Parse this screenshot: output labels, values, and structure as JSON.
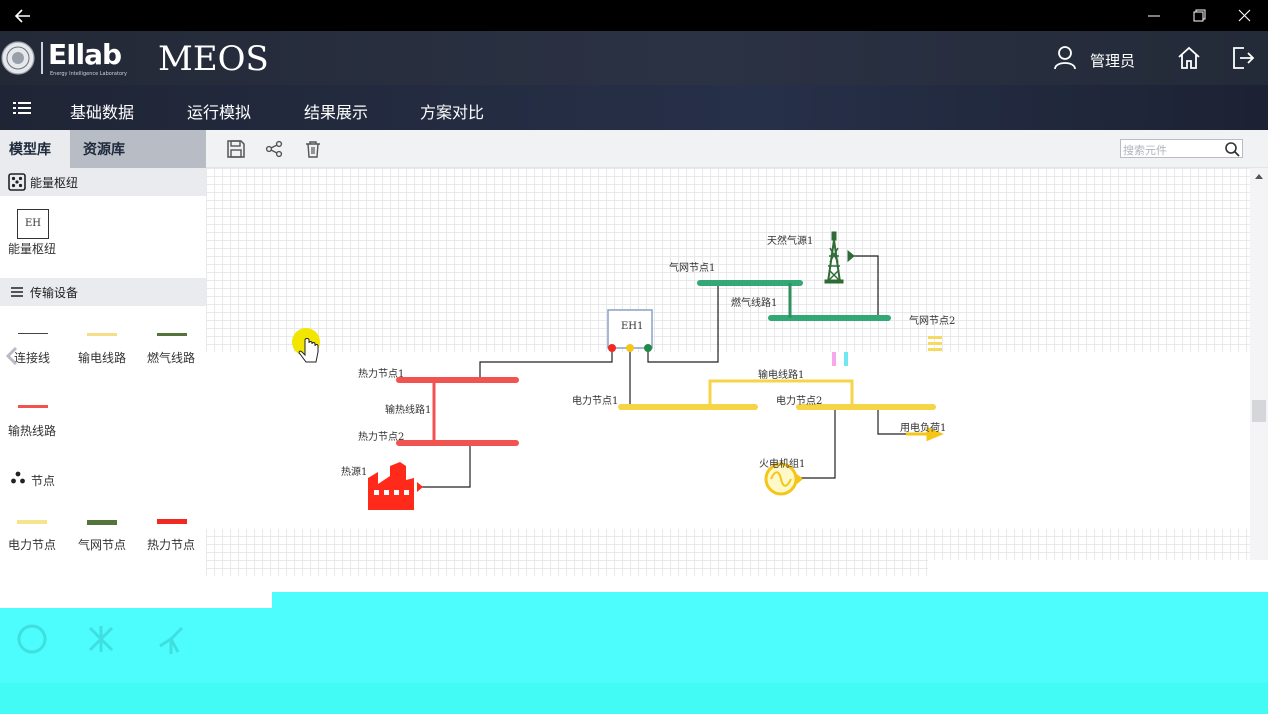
{
  "app": {
    "title": "MEOS",
    "logo_text": "EIlab",
    "logo_sub": "Energy Intelligence Laboratory"
  },
  "header": {
    "user_label": "管理员"
  },
  "menu": {
    "items": [
      "基础数据",
      "运行模拟",
      "结果展示",
      "方案对比"
    ]
  },
  "left_panel": {
    "tabs": [
      "模型库",
      "资源库"
    ],
    "sections": [
      {
        "title": "能量枢纽",
        "items": [
          "能量枢纽"
        ],
        "eh_box_text": "EH"
      },
      {
        "title": "传输设备",
        "items": [
          "连接线",
          "输电线路",
          "燃气线路",
          "输热线路"
        ]
      },
      {
        "title": "节点",
        "items": [
          "电力节点",
          "气网节点",
          "热力节点"
        ]
      }
    ]
  },
  "toolbar": {
    "search_placeholder": "搜索元件"
  },
  "diagram": {
    "eh_node": "EH1",
    "labels": {
      "gas_source": "天然气源1",
      "gas_node1": "气网节点1",
      "gas_line": "燃气线路1",
      "gas_node2": "气网节点2",
      "heat_node1": "热力节点1",
      "heat_line": "输热线路1",
      "heat_node2": "热力节点2",
      "heat_source": "热源1",
      "power_line": "输电线路1",
      "power_node1": "电力节点1",
      "power_node2": "电力节点2",
      "load": "用电负荷1",
      "generator": "火电机组1"
    }
  },
  "colors": {
    "power": "#f5d547",
    "gas": "#34a776",
    "heat": "#f05350",
    "gas_source": "#2e6b35",
    "heat_source": "#ff2a1a",
    "cursor_dot": "#f2e600"
  },
  "icons": [
    "back-icon",
    "minimize-icon",
    "restore-icon",
    "close-icon",
    "user-icon",
    "home-icon",
    "logout-icon",
    "menu-icon",
    "save-icon",
    "share-icon",
    "delete-icon",
    "search-icon"
  ]
}
